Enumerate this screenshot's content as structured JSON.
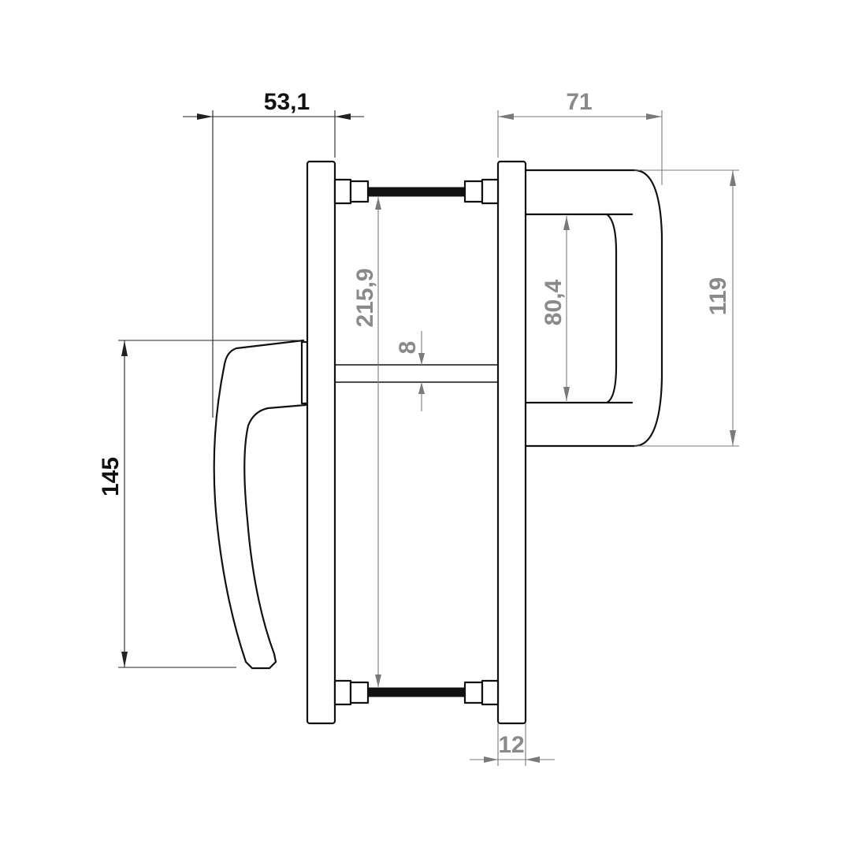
{
  "dimensions": {
    "handle_projection": "53,1",
    "handle_length": "145",
    "rod_spacing": "215,9",
    "gap": "8",
    "pull_projection": "71",
    "pull_grip_length": "80,4",
    "pull_length": "119",
    "plate_thickness": "12"
  }
}
